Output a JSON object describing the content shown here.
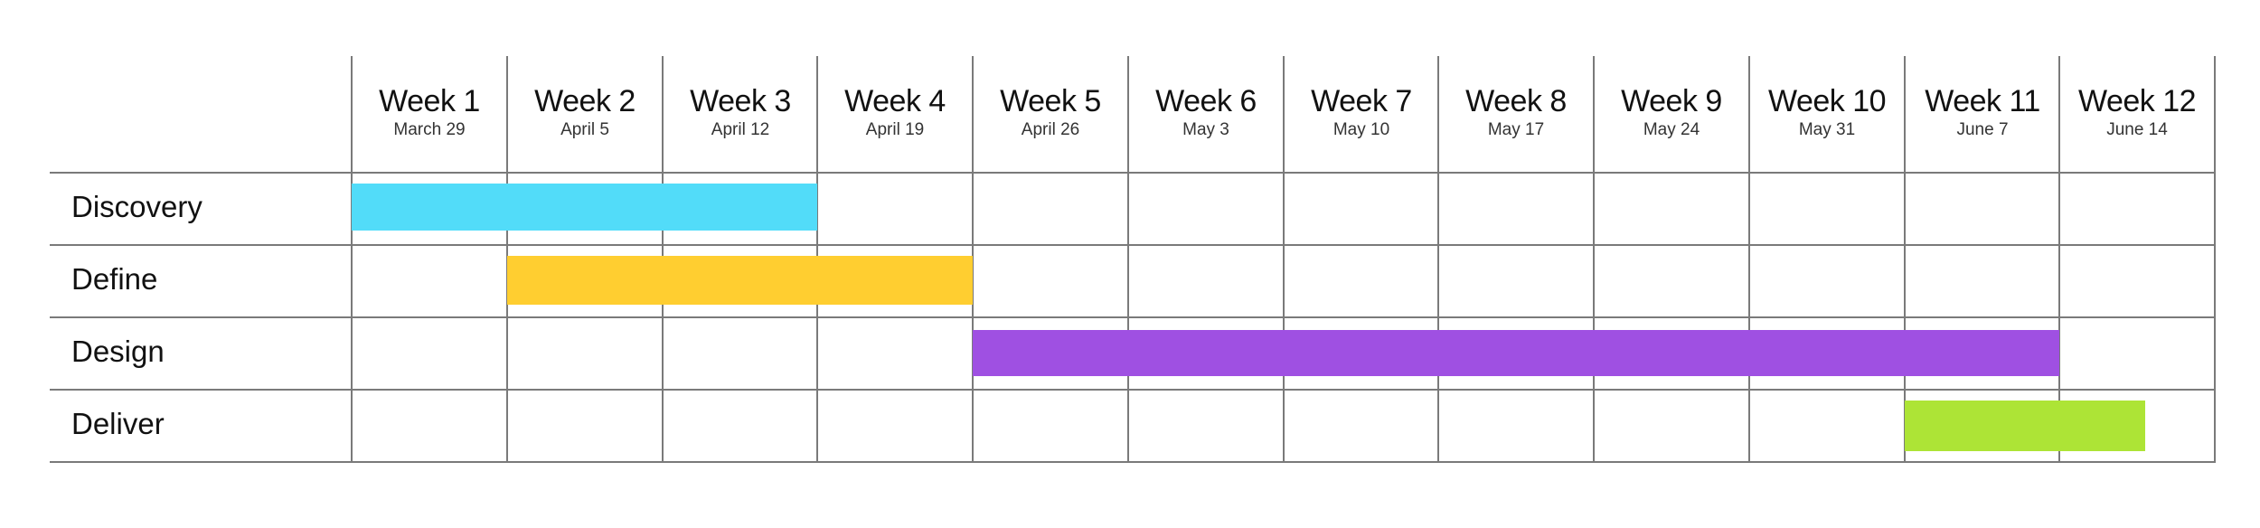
{
  "chart_data": {
    "type": "gantt",
    "x_ticks": [
      {
        "label": "Week 1",
        "date": "March 29"
      },
      {
        "label": "Week 2",
        "date": "April 5"
      },
      {
        "label": "Week 3",
        "date": "April 12"
      },
      {
        "label": "Week 4",
        "date": "April 19"
      },
      {
        "label": "Week 5",
        "date": "April 26"
      },
      {
        "label": "Week 6",
        "date": "May 3"
      },
      {
        "label": "Week 7",
        "date": "May 10"
      },
      {
        "label": "Week 8",
        "date": "May 17"
      },
      {
        "label": "Week 9",
        "date": "May 24"
      },
      {
        "label": "Week 10",
        "date": "May 31"
      },
      {
        "label": "Week 11",
        "date": "June 7"
      },
      {
        "label": "Week 12",
        "date": "June 14"
      }
    ],
    "tasks": [
      {
        "name": "Discovery",
        "start_week": 1,
        "end_week": 3,
        "color": "#52DCF9"
      },
      {
        "name": "Define",
        "start_week": 2,
        "end_week": 4,
        "color": "#FFCE30"
      },
      {
        "name": "Design",
        "start_week": 5,
        "end_week": 11,
        "color": "#9F50E2"
      },
      {
        "name": "Deliver",
        "start_week": 11,
        "end_week": 11.55,
        "color": "#ADE436"
      }
    ],
    "grid": true,
    "gridline_color": "#7a7a7a"
  }
}
